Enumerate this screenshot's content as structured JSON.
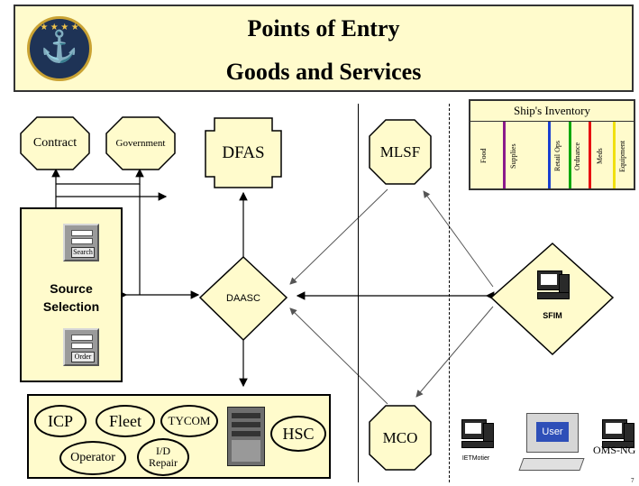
{
  "title": {
    "line1": "Points of Entry",
    "line2": "Goods and Services"
  },
  "nodes": {
    "contract": "Contract",
    "government": "Government",
    "dfas": "DFAS",
    "mlsf": "MLSF",
    "daasc": "DAASC",
    "sfim": "SFIM",
    "mco": "MCO"
  },
  "source_selection": {
    "label_line1": "Source",
    "label_line2": "Selection",
    "search_button": "Search",
    "order_button": "Order"
  },
  "bottom_group": {
    "icp": "ICP",
    "fleet": "Fleet",
    "tycom": "TYCOM",
    "operator": "Operator",
    "id_repair_line1": "I/D",
    "id_repair_line2": "Repair",
    "hsc": "HSC"
  },
  "inventory": {
    "title": "Ship's Inventory",
    "columns": [
      {
        "label": "Food",
        "color": "#8b1a8b"
      },
      {
        "label": "Supplies",
        "color": "#1a3fd1"
      },
      {
        "label": "Retail Ops",
        "color": "#0aa80a"
      },
      {
        "label": "Ordnance",
        "color": "#e81010"
      },
      {
        "label": "Meds",
        "color": "#f0e010"
      },
      {
        "label": "Equipment",
        "color": ""
      }
    ]
  },
  "computers": {
    "ietm": "IETMotier",
    "user": "User",
    "oms": "OMS-NG"
  },
  "colors": {
    "shape_fill": "#fffbcc",
    "user_screen": "#2e4fb8"
  },
  "page_number": "7"
}
